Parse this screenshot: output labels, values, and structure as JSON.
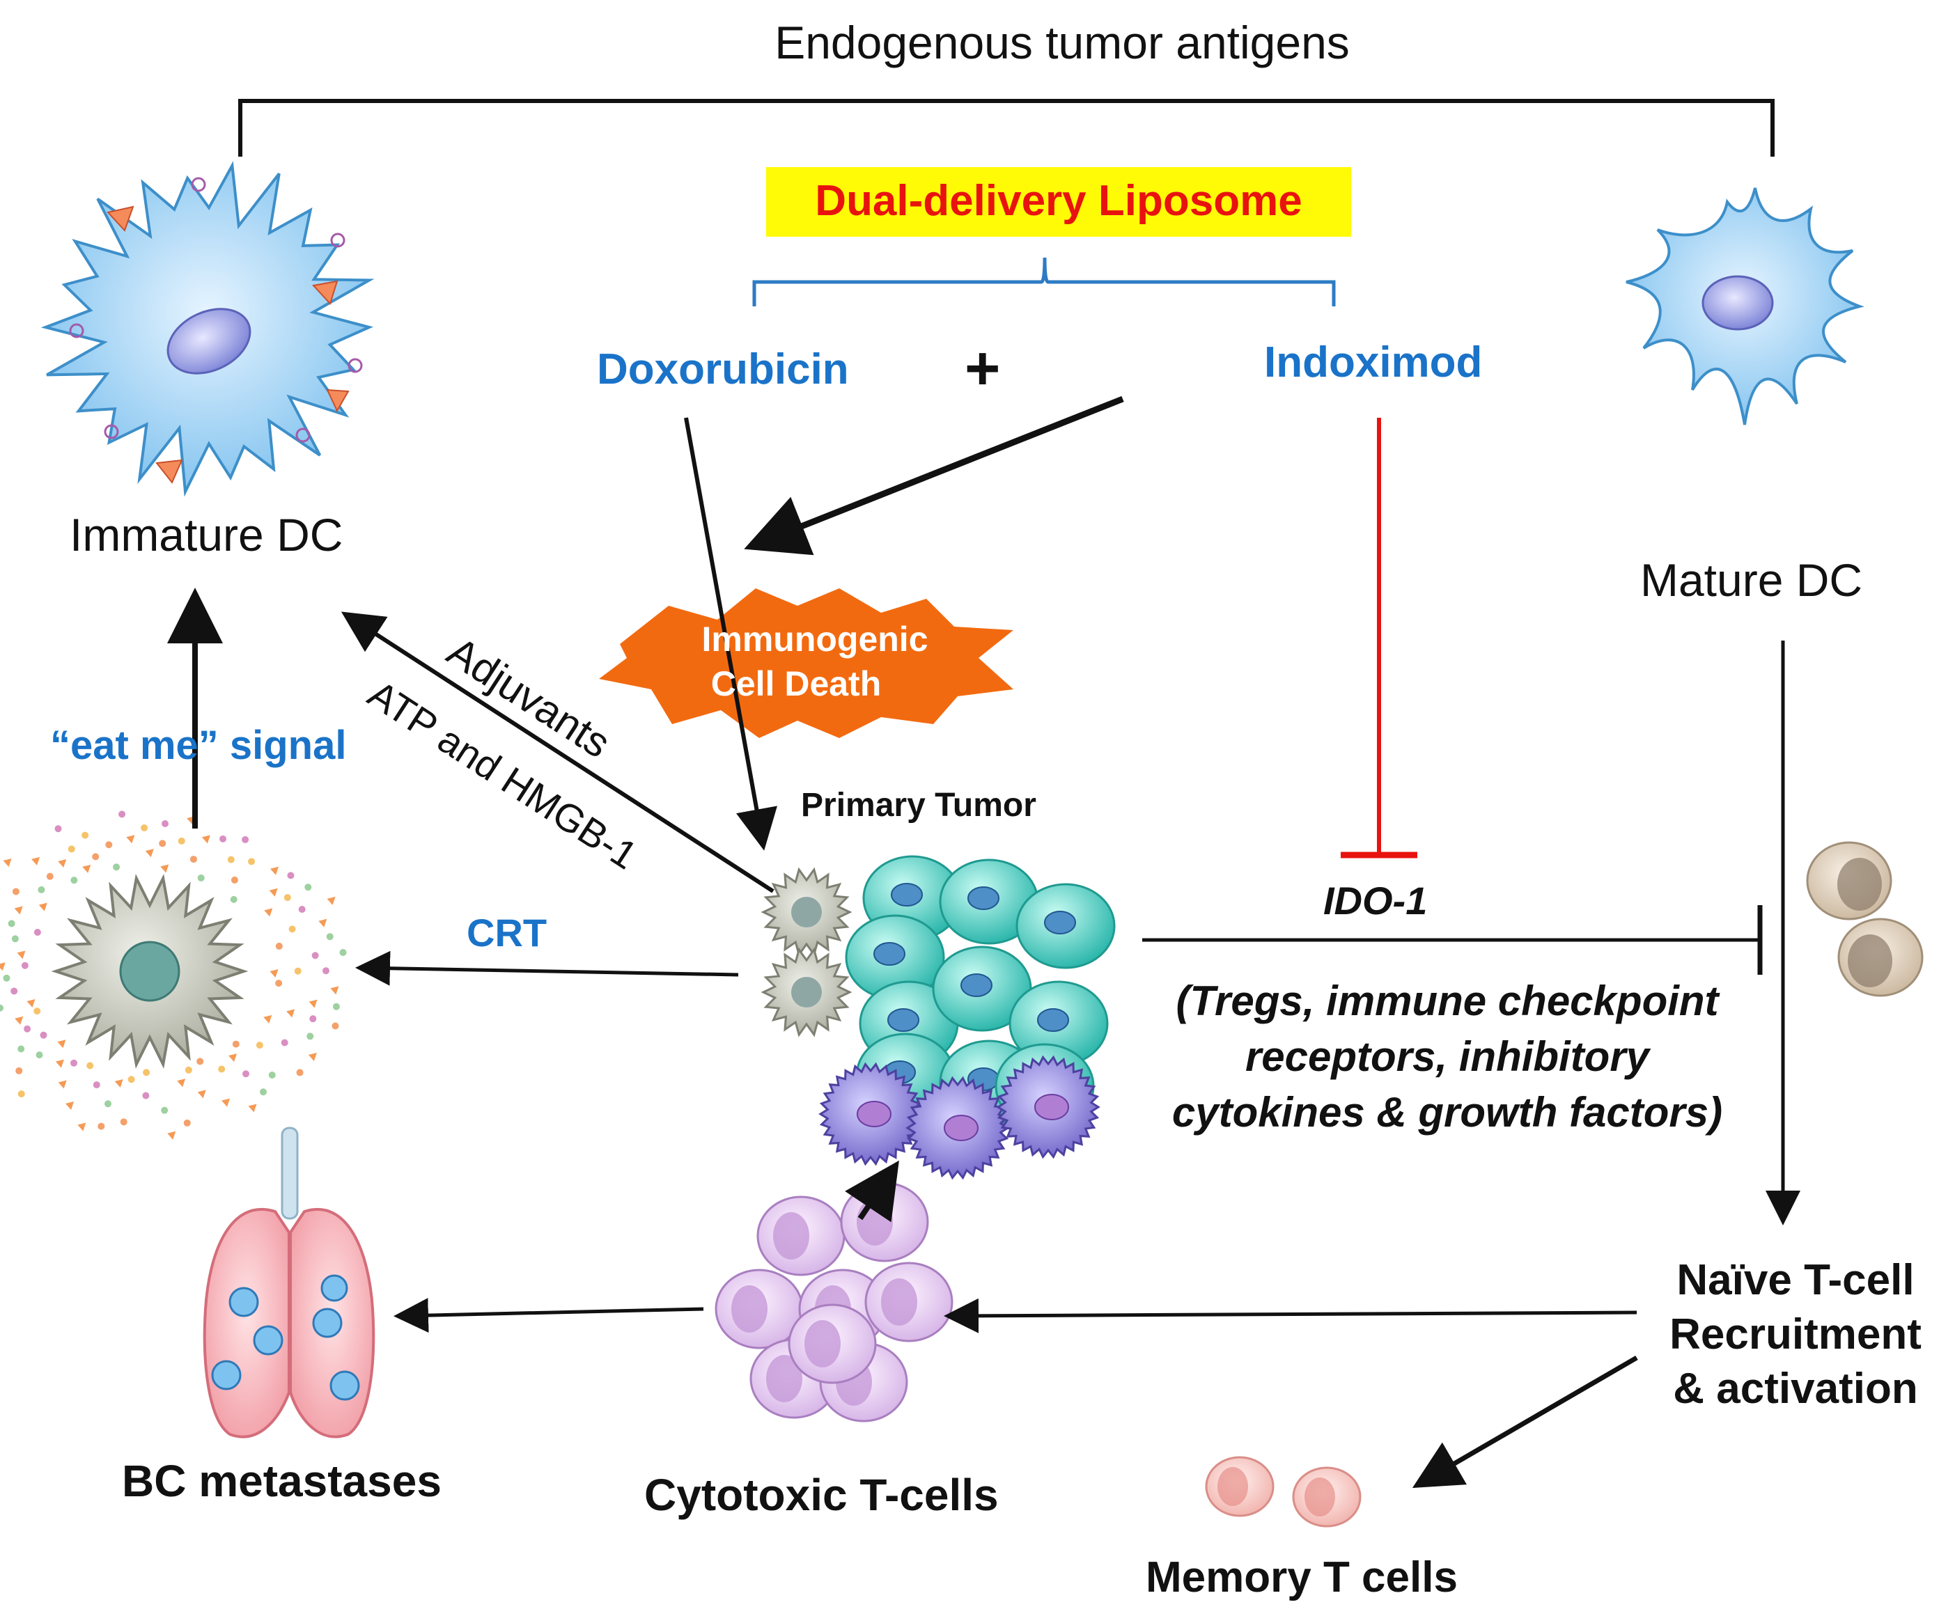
{
  "labels": {
    "top_antigens": "Endogenous tumor antigens",
    "liposome": "Dual-delivery Liposome",
    "doxorubicin": "Doxorubicin",
    "plus": "+",
    "indoximod": "Indoximod",
    "immature_dc": "Immature DC",
    "mature_dc": "Mature DC",
    "icd_line1": "Immunogenic",
    "icd_line2": "Cell Death",
    "adjuvants": "Adjuvants",
    "atp_hmgb": "ATP and HMGB-1",
    "eat_me": "“eat me” signal",
    "primary_tumor": "Primary Tumor",
    "crt": "CRT",
    "ido1": "IDO-1",
    "inhib_line1": "(Tregs, immune checkpoint",
    "inhib_line2": "receptors, inhibitory",
    "inhib_line3": "cytokines & growth factors)",
    "naive_line1": "Naïve T-cell",
    "naive_line2": "Recruitment",
    "naive_line3": "& activation",
    "bc_metastases": "BC metastases",
    "cytotoxic": "Cytotoxic T-cells",
    "memory": "Memory T cells"
  },
  "colors": {
    "blue_text": "#1a73c8",
    "red_text": "#e8130f",
    "highlight": "#fffa05",
    "icd_star": "#f26a10",
    "inhibit_red": "#e8130f",
    "arrow": "#111111"
  }
}
